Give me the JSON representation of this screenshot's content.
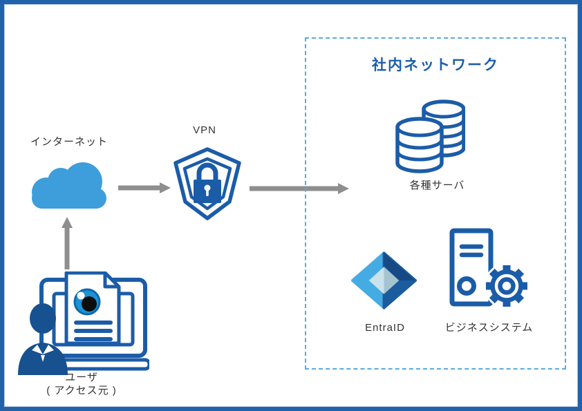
{
  "diagram": {
    "internet": {
      "label": "インターネット"
    },
    "vpn": {
      "label": "VPN"
    },
    "user": {
      "label_line1": "ユーザ",
      "label_line2": "( アクセス元 )"
    },
    "internal_network": {
      "title": "社内ネットワーク",
      "servers_label": "各種サーバ",
      "entra_label": "EntraID",
      "business_label": "ビジネスシステム"
    },
    "colors": {
      "frame_blue": "#2262ab",
      "icon_blue": "#1b5ca8",
      "person_blue": "#17518f",
      "cloud_blue": "#3d9edb",
      "title_blue": "#1b5fa8",
      "dashed_blue": "#58aadf",
      "arrow_gray": "#8e8e8e",
      "text_dark": "#333333",
      "entra_light": "#45ace3",
      "entra_dark": "#1b5c9e",
      "entra_darker": "#164a84",
      "entra_inner_light": "#c9e2ec",
      "entra_inner_gray": "#a6c4cf",
      "eye_iris": "#1d92d4",
      "eye_rim": "#0d68ad"
    }
  }
}
